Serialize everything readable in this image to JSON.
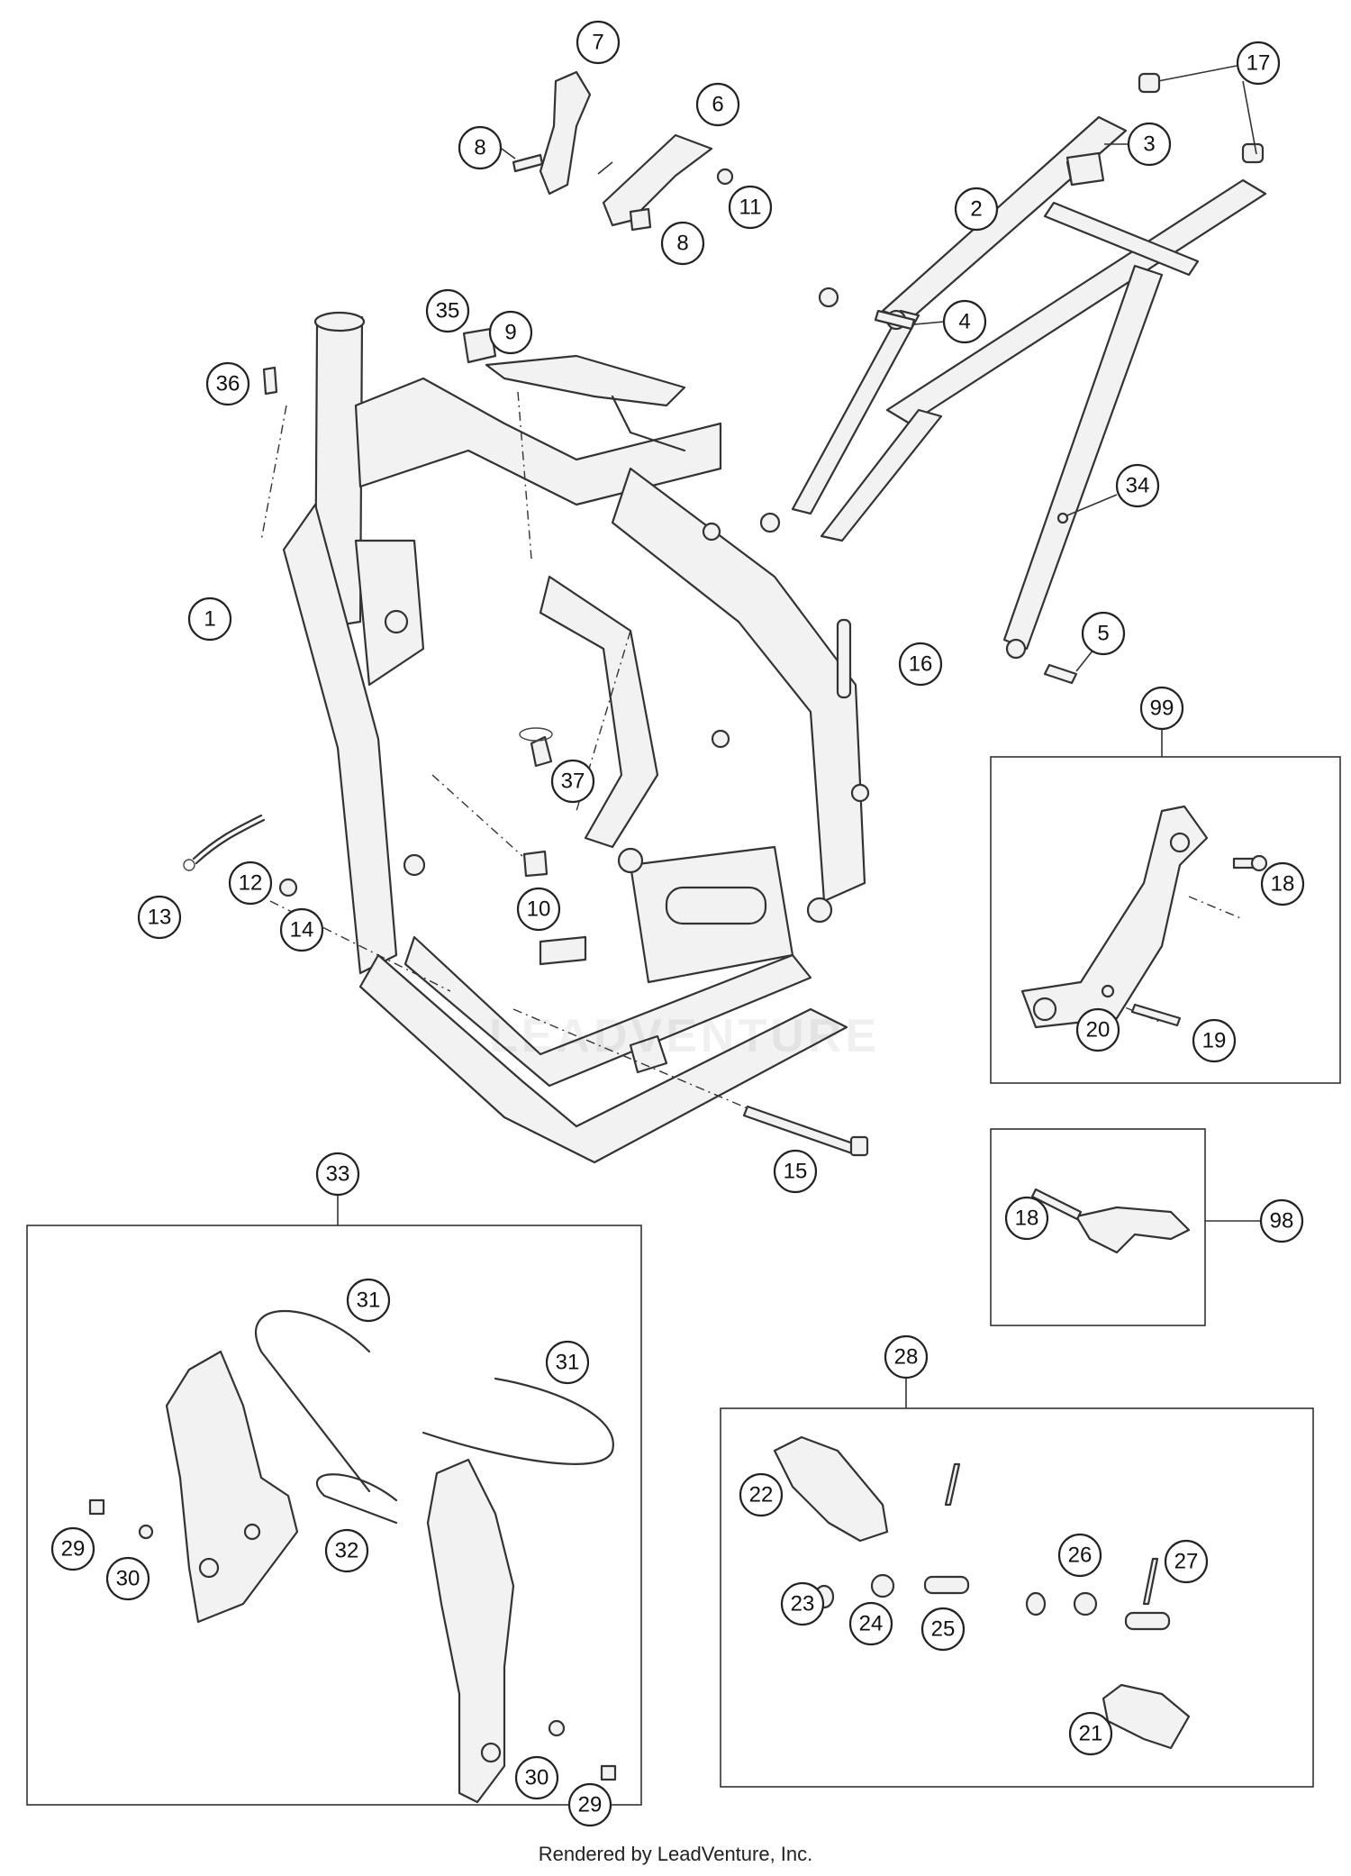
{
  "footer_text": "Rendered by LeadVenture, Inc.",
  "watermark_text": "LEADVENTURE",
  "callouts": {
    "n1": "1",
    "n2": "2",
    "n3": "3",
    "n4": "4",
    "n5": "5",
    "n6": "6",
    "n7": "7",
    "n8": "8",
    "n9": "9",
    "n10": "10",
    "n11": "11",
    "n12": "12",
    "n13": "13",
    "n14": "14",
    "n15": "15",
    "n16": "16",
    "n17": "17",
    "n18": "18",
    "n19": "19",
    "n20": "20",
    "n21": "21",
    "n22": "22",
    "n23": "23",
    "n24": "24",
    "n25": "25",
    "n26": "26",
    "n27": "27",
    "n28": "28",
    "n29": "29",
    "n30": "30",
    "n31": "31",
    "n32": "32",
    "n33": "33",
    "n34": "34",
    "n35": "35",
    "n36": "36",
    "n37": "37",
    "n98": "98",
    "n99": "99"
  }
}
